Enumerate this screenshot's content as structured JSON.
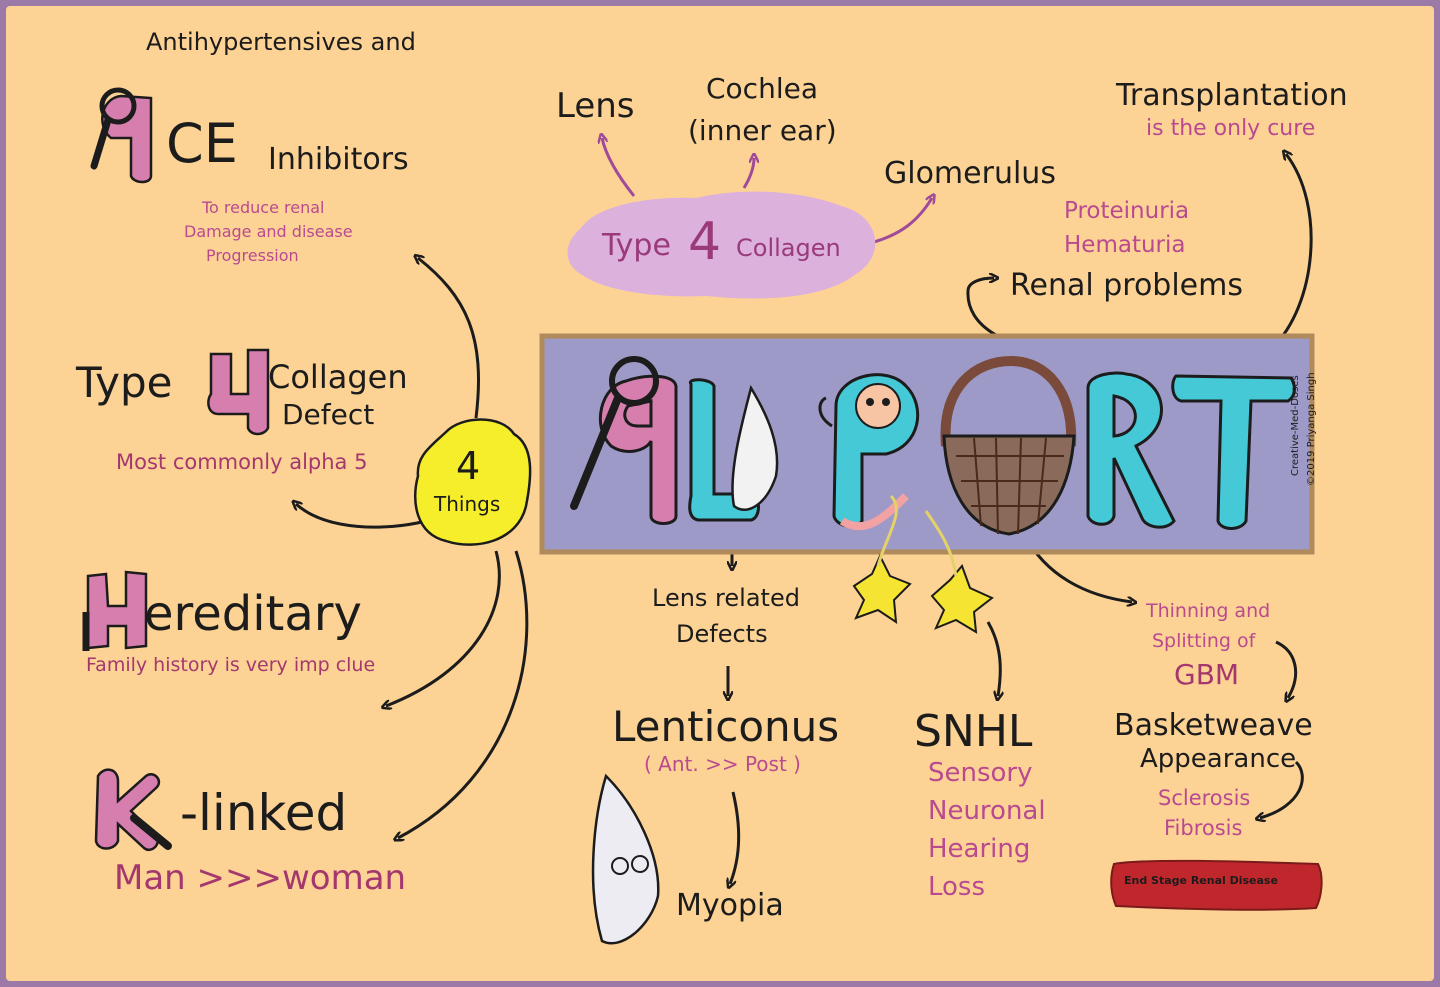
{
  "left": {
    "antihypertensives": "Antihypertensives and",
    "ace_letters": "CE",
    "ace_inhibitors": "Inhibitors",
    "ace_note_1": "To reduce renal",
    "ace_note_2": "Damage and disease",
    "ace_note_3": "Progression",
    "type_word": "Type",
    "collagen_word": "Collagen",
    "defect_word": "Defect",
    "alpha_note": "Most commonly alpha 5",
    "hereditary_rest": "ereditary",
    "family_note": "Family history is very imp clue",
    "xlinked_rest": "-linked",
    "man_woman": "Man >>>woman"
  },
  "center": {
    "blob_number": "4",
    "blob_label": "Things"
  },
  "top": {
    "lens": "Lens",
    "cochlea_1": "Cochlea",
    "cochlea_2": "(inner ear)",
    "type4_type": "Type",
    "type4_num": "4",
    "type4_collagen": "Collagen",
    "glomerulus": "Glomerulus",
    "proteinuria": "Proteinuria",
    "hematuria": "Hematuria",
    "renal_problems": "Renal problems",
    "transplantation": "Transplantation",
    "only_cure": "is the only cure"
  },
  "bottom": {
    "lens_related_1": "Lens related",
    "lens_related_2": "Defects",
    "lenticonus": "Lenticonus",
    "ant_post": "( Ant. >> Post )",
    "myopia": "Myopia",
    "snhl": "SNHL",
    "sensory": "Sensory",
    "neuronal": "Neuronal",
    "hearing": "Hearing",
    "loss": "Loss",
    "thinning_1": "Thinning and",
    "thinning_2": "Splitting of",
    "gbm": "GBM",
    "basketweave_1": "Basketweave",
    "basketweave_2": "Appearance",
    "sclerosis": "Sclerosis",
    "fibrosis": "Fibrosis",
    "esrd": "End Stage Renal Disease"
  },
  "banner": {
    "credit_1": "Creative-Med-Doses",
    "credit_2": "©2019 Priyanga Singh"
  },
  "colors": {
    "background": "#fdd395",
    "border": "#9b7aa8",
    "banner": "#9d9ac8",
    "cyan_letters": "#45c9d6",
    "pink_letters": "#d67fae",
    "blob": "#f6ee2a",
    "collagen_cloud": "#dcb1dc",
    "pink_text": "#a4376e",
    "magenta_text": "#b94a90",
    "esrd_red": "#c0272d"
  }
}
